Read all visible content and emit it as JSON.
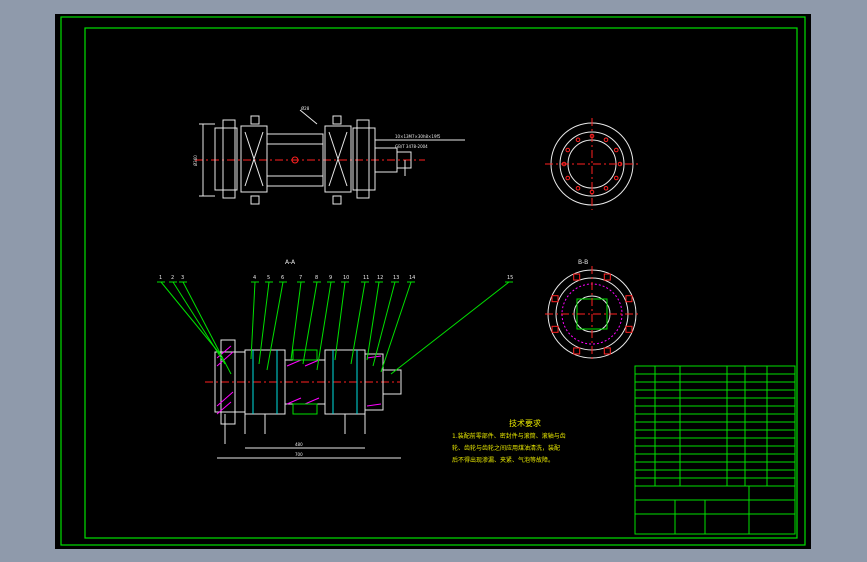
{
  "colors": {
    "background": "#000000",
    "frame": "#00e000",
    "outline": "#e8e8e8",
    "center_lines": "#ff2020",
    "hatching": "#ff00ff",
    "notes": "#e8e800",
    "workspace": "#8f9aab"
  },
  "views": {
    "section_aa_label": "A-A",
    "section_bb_label": "B-B"
  },
  "balloons": [
    "1",
    "2",
    "3",
    "4",
    "5",
    "6",
    "7",
    "8",
    "9",
    "10",
    "11",
    "12",
    "13",
    "14",
    "15"
  ],
  "tech_requirements": {
    "title": "技术要求",
    "line1": "1.装配前零部件、密封件与滚筒、滚轴与齿",
    "line2": "轮、齿轮与齿轮之间应用煤油清洗，装配",
    "line3": "后不得出现渗漏、夹紧、气泡等故障。"
  },
  "dimensions": {
    "total_length": "700",
    "inner_length": "480"
  }
}
